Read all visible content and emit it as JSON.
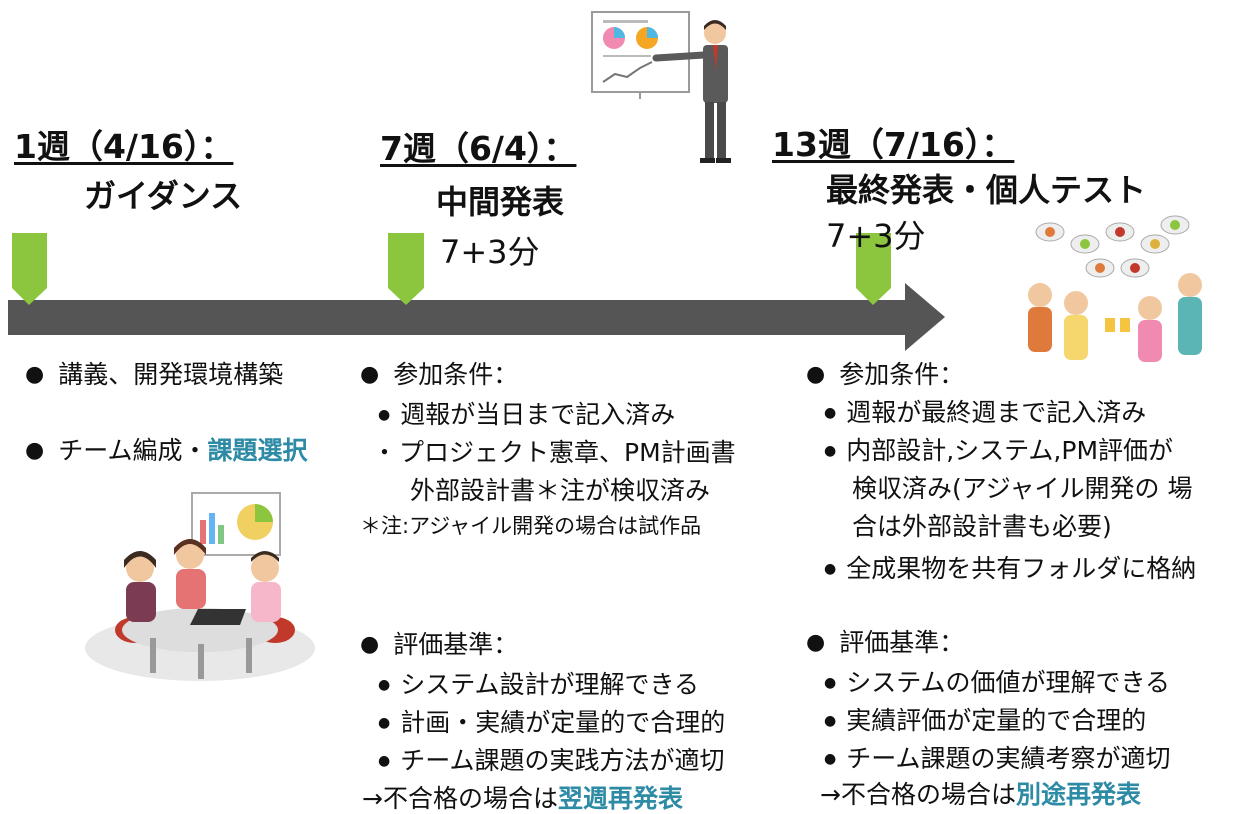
{
  "colors": {
    "accent": "#2e8ba6",
    "timeline_arrow": "#555555",
    "marker": "#8cc63f"
  },
  "milestones": [
    {
      "heading": "1週（4/16）：",
      "title": "ガイダンス"
    },
    {
      "heading": "7週（6/4）：",
      "title": "中間発表",
      "duration": "7+3分"
    },
    {
      "heading": "13週（7/16）：",
      "title": "最終発表・個人テスト",
      "duration": "7+3分"
    }
  ],
  "col1": {
    "item1": "講義、開発環境構築",
    "item2_prefix": "チーム編成・",
    "item2_highlight": "課題選択"
  },
  "col2": {
    "cond_heading": "参加条件：",
    "cond_item1": "週報が当日まで記入済み",
    "cond_item2_line1": "プロジェクト憲章、PM計画書",
    "cond_item2_line2": "外部設計書＊注が検収済み",
    "note": "＊注:アジャイル開発の場合は試作品",
    "eval_heading": "評価基準：",
    "eval_items": [
      "システム設計が理解できる",
      "計画・実績が定量的で合理的",
      "チーム課題の実践方法が適切"
    ],
    "fail_prefix": "→不合格の場合は",
    "fail_highlight": "翌週再発表"
  },
  "col3": {
    "cond_heading": "参加条件：",
    "cond_item1": "週報が最終週まで記入済み",
    "cond_item2_line1": "内部設計,システム,PM評価が",
    "cond_item2_line2": "検収済み(アジャイル開発の 場",
    "cond_item2_line3": "合は外部設計書も必要)",
    "cond_item3": "全成果物を共有フォルダに格納",
    "eval_heading": "評価基準：",
    "eval_items": [
      "システムの価値が理解できる",
      "実績評価が定量的で合理的",
      "チーム課題の実績考察が適切"
    ],
    "fail_prefix": "→不合格の場合は",
    "fail_highlight": "別途再発表"
  }
}
